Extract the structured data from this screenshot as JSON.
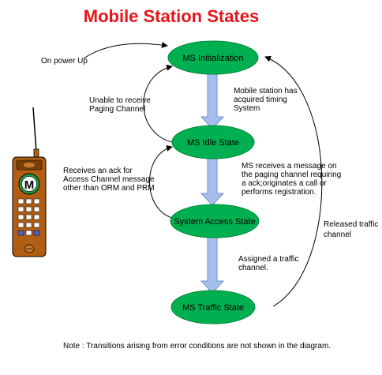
{
  "title": "Mobile Station States",
  "colors": {
    "title": "#e8141b",
    "state_fill": "#00b050",
    "state_stroke": "#008a3a",
    "arrow_fill": "#a7bfee",
    "arrow_stroke": "#6f8fce",
    "phone_body": "#b05e12",
    "phone_dark": "#7a3f08"
  },
  "states": [
    {
      "id": "init",
      "label": "MS Initialization"
    },
    {
      "id": "idle",
      "label": "MS Idle State"
    },
    {
      "id": "access",
      "label": "System Access State"
    },
    {
      "id": "traffic",
      "label": "MS Traffic State"
    }
  ],
  "transitions": {
    "power_up": [
      "On power Up"
    ],
    "init_to_idle": [
      "Mobile station has",
      "acquired timing",
      "System"
    ],
    "idle_to_init": [
      "Unable to receive",
      "Paging Channel"
    ],
    "idle_to_access": [
      "MS receives a message on",
      "the paging channel requiring",
      "a ack;originates a call or",
      "performs registration."
    ],
    "access_to_idle": [
      "Receives an ack for",
      "Access Channel message",
      "other than ORM and PRM"
    ],
    "access_to_traffic": [
      "Assigned a traffic",
      "channel."
    ],
    "traffic_to_init": [
      "Released traffic",
      "channel"
    ]
  },
  "phone": {
    "logo": "M",
    "icon": "mobile-phone-icon"
  },
  "note": "Note :  Transitions arising from error conditions are not shown in the diagram."
}
